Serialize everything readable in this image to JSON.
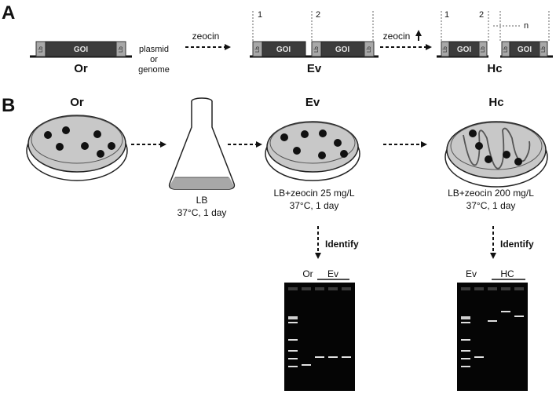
{
  "panels": {
    "a": "A",
    "b": "B"
  },
  "panel_a": {
    "gene_label": "GOI",
    "flank_label": "Lb",
    "or_label": "Or",
    "ev_label": "Ev",
    "hc_label": "Hc",
    "plasmid_text": [
      "plasmid",
      "or",
      "genome"
    ],
    "zeocin_text": "zeocin",
    "copy_markers": {
      "first": "1",
      "second": "2",
      "nth": "n"
    }
  },
  "panel_b": {
    "or_label": "Or",
    "ev_label": "Ev",
    "hc_label": "Hc",
    "flask_medium": "LB",
    "flask_condition": "37°C, 1 day",
    "ev_medium": "LB+zeocin 25 mg/L",
    "ev_condition": "37°C, 1 day",
    "hc_medium": "LB+zeocin 200 mg/L",
    "hc_condition": "37°C, 1 day",
    "identify_text": "Identify",
    "gel1_labels": {
      "left": "Or",
      "right": "Ev"
    },
    "gel2_labels": {
      "left": "Ev",
      "right": "HC"
    }
  },
  "colors": {
    "dish_fill": "#c8c8c8",
    "gene_box": "#3c3c3c",
    "flank_box": "#a8a8a8",
    "gel": "#050505",
    "band": "#e0e0e0"
  }
}
